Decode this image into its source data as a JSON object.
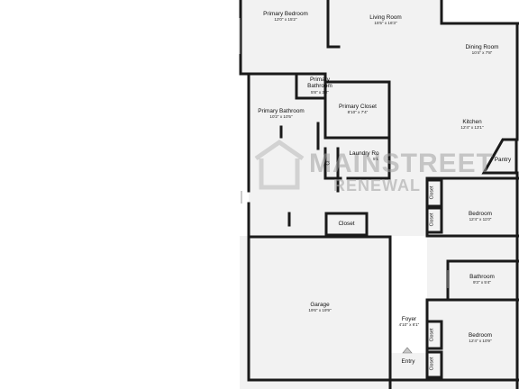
{
  "rooms": {
    "primary_bedroom": {
      "name": "Primary Bedroom",
      "dims": "12'0\" x 15'2\""
    },
    "living_room": {
      "name": "Living Room",
      "dims": "15'5\" x 16'3\""
    },
    "dining_room": {
      "name": "Dining Room",
      "dims": "10'4\" x 7'8\""
    },
    "primary_bathroom_small": {
      "name": "Primary Bathroom",
      "dims": "5'8\" x 3'2\""
    },
    "primary_bathroom": {
      "name": "Primary Bathroom",
      "dims": "10'2\" x 10'5\""
    },
    "primary_closet": {
      "name": "Primary Closet",
      "dims": "8'10\" x 7'4\""
    },
    "kitchen": {
      "name": "Kitchen",
      "dims": "12'4\" x 13'1\""
    },
    "pantry": {
      "name": "Pantry"
    },
    "laundry": {
      "name": "Laundry Ro",
      "dims": "5'1"
    },
    "closet_vertical": {
      "name": "Cl"
    },
    "closet_hall": {
      "name": "Closet"
    },
    "closet_b1a": {
      "name": "Closet"
    },
    "closet_b1b": {
      "name": "Closet"
    },
    "bedroom_1": {
      "name": "Bedroom",
      "dims": "12'4\" x 11'0\""
    },
    "bathroom": {
      "name": "Bathroom",
      "dims": "9'3\" x 5'4\""
    },
    "garage": {
      "name": "Garage",
      "dims": "19'6\" x 19'9\""
    },
    "foyer": {
      "name": "Foyer",
      "dims": "4'10\" x 6'1\""
    },
    "bedroom_2": {
      "name": "Bedroom",
      "dims": "12'4\" x 10'9\""
    },
    "closet_b2a": {
      "name": "Closet"
    },
    "closet_b2b": {
      "name": "Closet"
    },
    "entry": {
      "name": "Entry"
    }
  },
  "watermark": {
    "line1": "MAINSTREET",
    "line2": "RENEWAL"
  },
  "colors": {
    "wall": "#1a1a1a",
    "floor": "#f2f2f2",
    "watermark": "#a0a0a0"
  }
}
